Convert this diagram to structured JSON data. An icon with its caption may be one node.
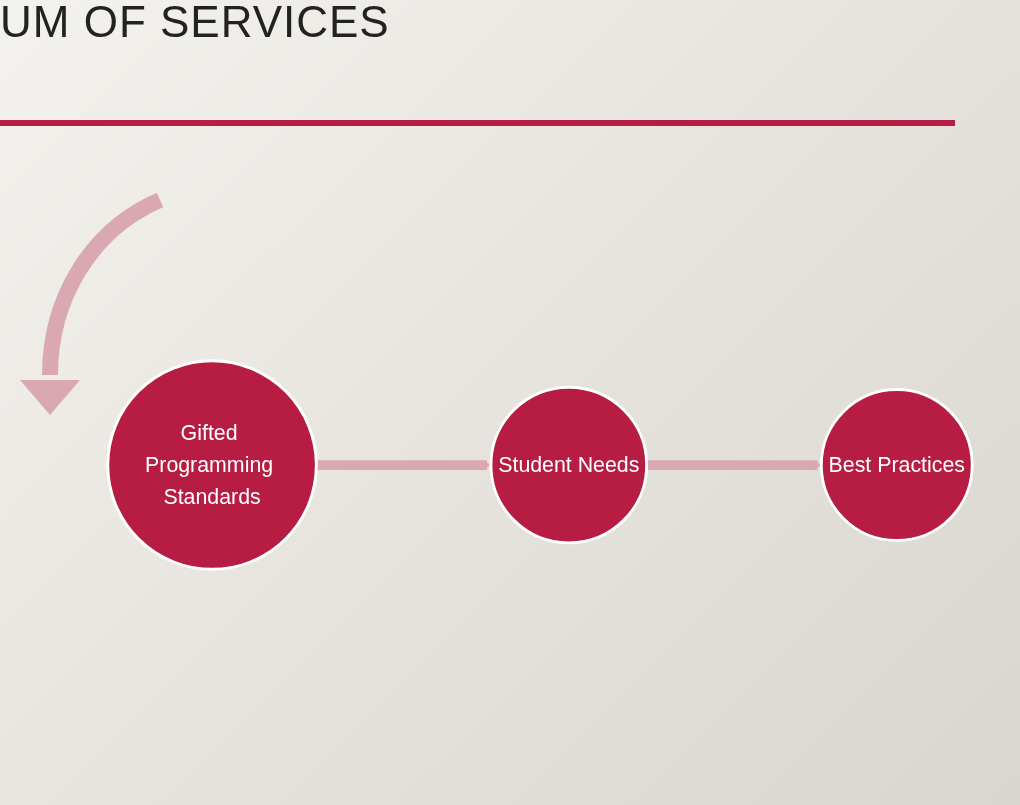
{
  "diagram": {
    "title": "UM OF SERVICES",
    "nodes": [
      {
        "text": [
          "Gifted Programming Standards"
        ]
      },
      {
        "text": [
          "Student Needs"
        ]
      },
      {
        "text": [
          "Best Practices"
        ]
      }
    ],
    "edges": [
      {
        "from": 0,
        "to": 1,
        "arrow": "to"
      },
      {
        "from": 1,
        "to": 2,
        "arrow": "to"
      }
    ]
  }
}
